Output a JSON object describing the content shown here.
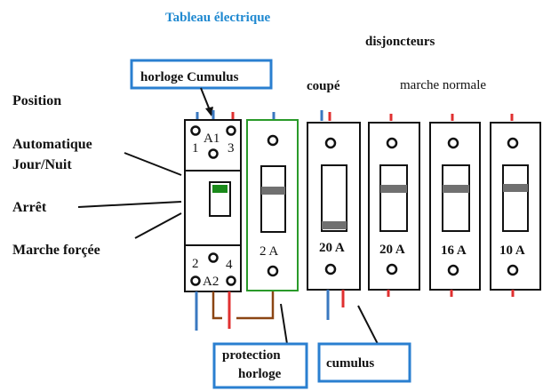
{
  "title": "Tableau électrique",
  "header_breakers": "disjoncteurs",
  "clock_box_label": "horloge Cumulus",
  "state_cut": "coupé",
  "state_normal": "marche normale",
  "position_labels": {
    "position": "Position",
    "auto_line1": "Automatique",
    "auto_line2": "Jour/Nuit",
    "stop": "Arrêt",
    "forced": "Marche forçée"
  },
  "contactor": {
    "terminal_a1": "A1",
    "terminal_1": "1",
    "terminal_3": "3",
    "terminal_2": "2",
    "terminal_4": "4",
    "terminal_a2": "A2"
  },
  "breakers": [
    {
      "rating": "2 A"
    },
    {
      "rating": "20 A"
    },
    {
      "rating": "20 A"
    },
    {
      "rating": "16 A"
    },
    {
      "rating": "10 A"
    }
  ],
  "bottom_boxes": {
    "protection_line1": "protection",
    "protection_line2": "horloge",
    "cumulus": "cumulus"
  },
  "colors": {
    "title_blue": "#1e88d0",
    "cut_red": "#e02020",
    "box_border_blue": "#2a7fd0",
    "wire_red": "#e03030",
    "wire_blue": "#3a78c0",
    "wire_brown": "#8b4513",
    "green_frame": "#2a9a2a",
    "switch_green": "#1a8a1a",
    "toggle_grey": "#707070"
  }
}
